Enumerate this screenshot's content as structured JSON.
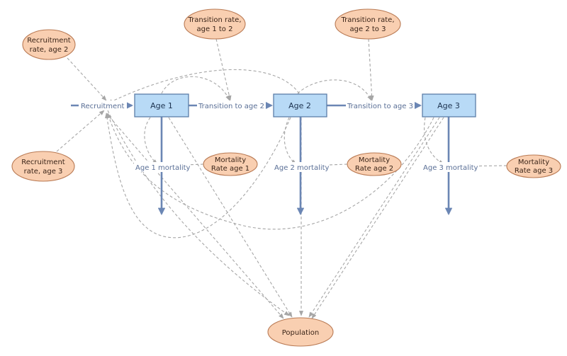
{
  "stocks": {
    "age1": "Age 1",
    "age2": "Age 2",
    "age3": "Age 3"
  },
  "flows": {
    "recruitment": "Recruitment",
    "transition12": "Transition to age 2",
    "transition23": "Transition to age 3",
    "mortality1": "Age 1 mortality",
    "mortality2": "Age 2 mortality",
    "mortality3": "Age 3 mortality"
  },
  "variables": {
    "recruitment_age2": [
      "Recruitment",
      "rate, age 2"
    ],
    "recruitment_age3": [
      "Recruitment",
      "rate, age 3"
    ],
    "transition_rate_12": [
      "Transition rate,",
      "age 1 to 2"
    ],
    "transition_rate_23": [
      "Transition rate,",
      "age 2 to 3"
    ],
    "mortality_rate_1": [
      "Mortality",
      "Rate age 1"
    ],
    "mortality_rate_2": [
      "Mortality",
      "Rate age 2"
    ],
    "mortality_rate_3": [
      "Mortality",
      "Rate age 3"
    ],
    "population": [
      "Population"
    ]
  },
  "colors": {
    "stock_fill": "#b8daf6",
    "variable_fill": "#f9cfb1",
    "flow": "#6b86b4",
    "link": "#a6a6a6"
  }
}
